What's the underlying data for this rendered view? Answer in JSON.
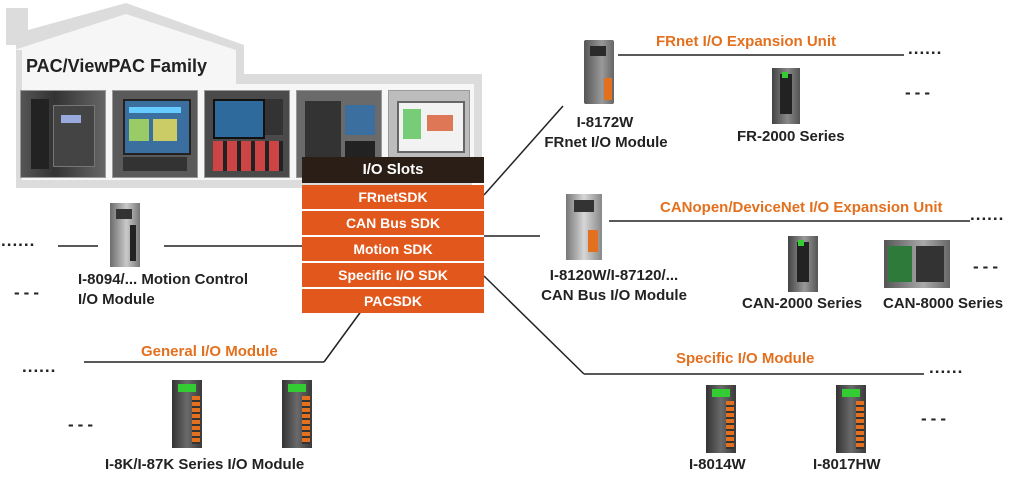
{
  "family": {
    "title": "PAC/ViewPAC Family"
  },
  "sdk": {
    "header": "I/O Slots",
    "items": [
      "FRnetSDK",
      "CAN Bus SDK",
      "Motion SDK",
      "Specific I/O SDK",
      "PACSDK"
    ]
  },
  "frnet": {
    "heading": "FRnet I/O Expansion Unit",
    "module_name": "I-8172W",
    "module_desc": "FRnet I/O Module",
    "series": "FR-2000 Series"
  },
  "canopen": {
    "heading": "CANopen/DeviceNet I/O Expansion Unit",
    "module_name": "I-8120W/I-87120/...",
    "module_desc": "CAN Bus I/O Module",
    "series_a": "CAN-2000 Series",
    "series_b": "CAN-8000 Series"
  },
  "motion": {
    "name": "I-8094/... Motion Control",
    "desc": "I/O Module"
  },
  "general": {
    "heading": "General I/O Module",
    "caption": "I-8K/I-87K Series I/O Module"
  },
  "specific": {
    "heading": "Specific I/O Module",
    "module_a": "I-8014W",
    "module_b": "I-8017HW"
  },
  "marks": {
    "dots": "......",
    "dashes": "---"
  },
  "colors": {
    "accent": "#e1571c",
    "heading": "#e3701e",
    "sdk_header": "#2b1e16",
    "house": "#dcdcdc"
  }
}
